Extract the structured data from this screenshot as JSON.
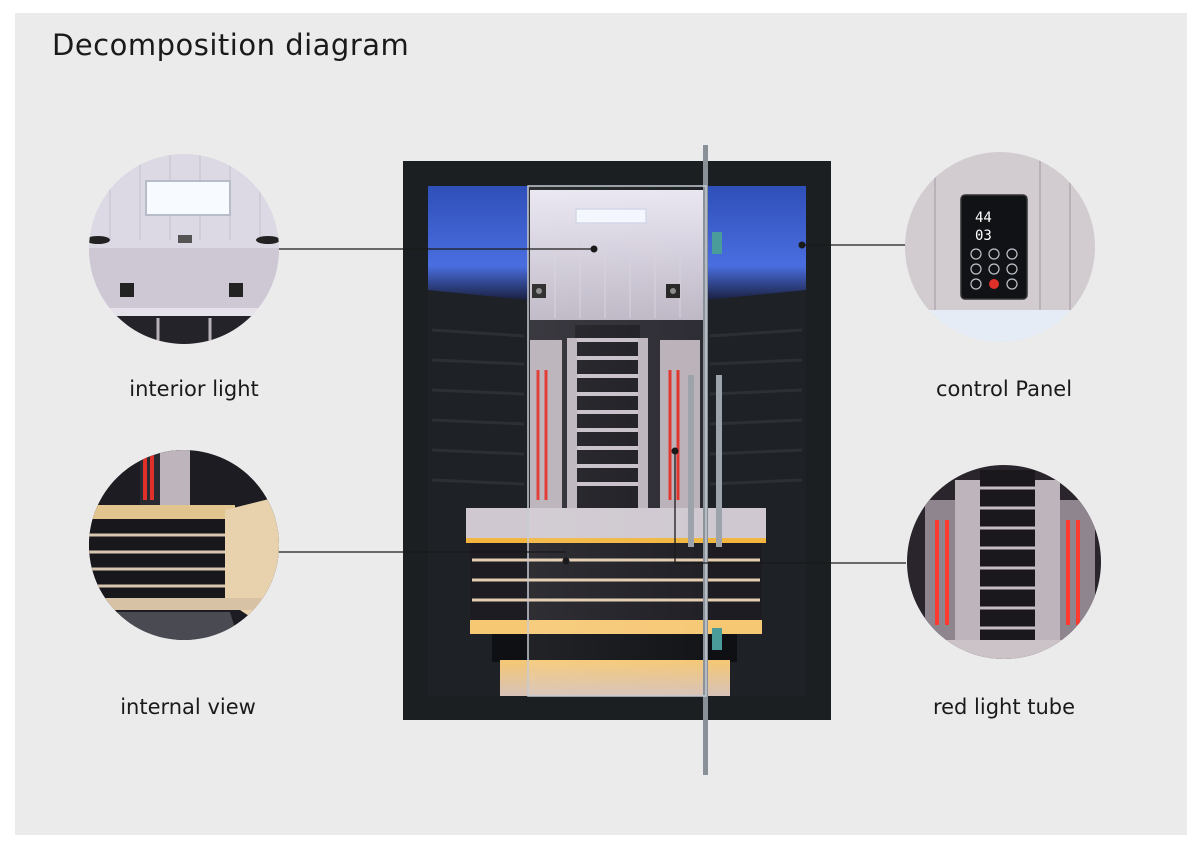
{
  "title": "Decomposition diagram",
  "callouts": {
    "interior_light": "interior light",
    "control_panel": "control Panel",
    "internal_view": "internal view",
    "red_light_tube": "red light tube"
  },
  "control_panel_display": {
    "temperature": "44",
    "time": "03"
  },
  "colors": {
    "background": "#ebebeb",
    "frame": "#1c1f22",
    "blue_glow": "#3a5bd6",
    "warm_glow": "#f2b640",
    "red_tube": "#e0302a",
    "wood": "#c9c2c8"
  }
}
